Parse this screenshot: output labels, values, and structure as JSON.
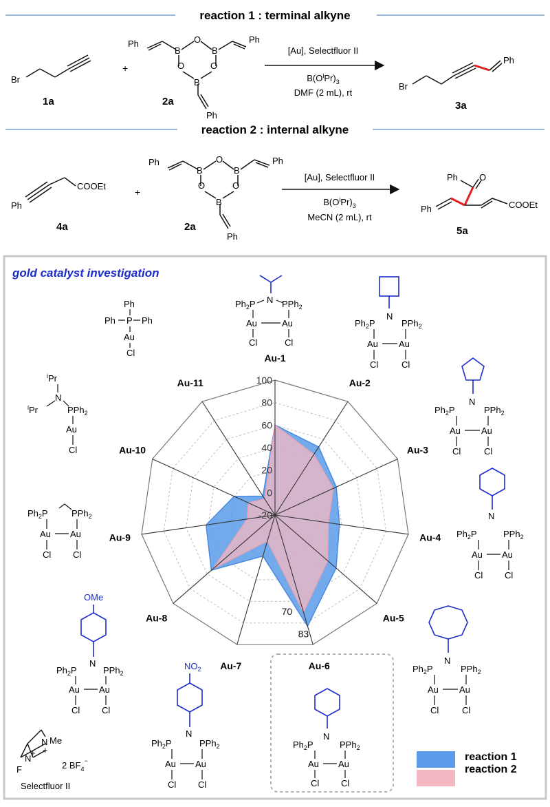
{
  "header": {
    "reaction1_title": "reaction 1 : terminal alkyne",
    "reaction2_title": "reaction 2 : internal alkyne"
  },
  "reaction1": {
    "reactant_label": "1a",
    "reagent_label": "2a",
    "product_label": "3a",
    "cond_top": "[Au], Selectfluor II",
    "cond_mid": "B(O",
    "cond_mid_sup": "i",
    "cond_mid_tail": "Pr)",
    "cond_mid_sub": "3",
    "cond_bottom": "DMF (2 mL), rt",
    "plus": "+"
  },
  "reaction2": {
    "reactant_label": "4a",
    "reagent_label": "2a",
    "product_label": "5a",
    "cond_top": "[Au], Selectfluor II",
    "cond_mid": "B(O",
    "cond_mid_sup": "i",
    "cond_mid_tail": "Pr)",
    "cond_mid_sub": "3",
    "cond_bottom": "MeCN (2 mL), rt",
    "plus": "+",
    "ester": "COOEt",
    "product_ester": "COOEt"
  },
  "chem": {
    "Ph": "Ph",
    "Br": "Br",
    "B": "B",
    "O": "O",
    "Au": "Au",
    "Cl": "Cl",
    "N": "N",
    "P": "P",
    "Ph2P": "Ph",
    "PPh2": "PPh",
    "two": "2",
    "OMe": "OMe",
    "NO2": "NO",
    "iPr": "Pr",
    "i": "i",
    "Me": "Me",
    "F": "F",
    "BF4": "2 BF",
    "four": "4",
    "minus": "−",
    "plusSign": "+",
    "selectfluor": "Selectfluor II"
  },
  "panel": {
    "title": "gold catalyst investigation",
    "highlight_catalyst": "Au-6"
  },
  "chart_data": {
    "type": "radar",
    "categories": [
      "Au-1",
      "Au-2",
      "Au-3",
      "Au-4",
      "Au-5",
      "Au-6",
      "Au-7",
      "Au-8",
      "Au-9",
      "Au-10",
      "Au-11"
    ],
    "axis_ticks": [
      -20,
      0,
      20,
      40,
      60,
      80,
      100
    ],
    "ylim": [
      -20,
      100
    ],
    "series": [
      {
        "name": "reaction 1",
        "color": "#5b9be9",
        "values": [
          60,
          52,
          40,
          38,
          52,
          83,
          18,
          55,
          42,
          20,
          0
        ]
      },
      {
        "name": "reaction 2",
        "color": "#f4b8c2",
        "values": [
          60,
          44,
          37,
          28,
          42,
          70,
          4,
          53,
          5,
          6,
          -3
        ]
      }
    ],
    "data_labels": [
      {
        "category": "Au-6",
        "series": "reaction 1",
        "text": "83"
      },
      {
        "category": "Au-6",
        "series": "reaction 2",
        "text": "70"
      }
    ],
    "legend": "bottom-right"
  },
  "colors": {
    "rule": "#9bb8e0",
    "highlight_bond": "#e02020",
    "blue_substituent": "#1a2bc8"
  }
}
